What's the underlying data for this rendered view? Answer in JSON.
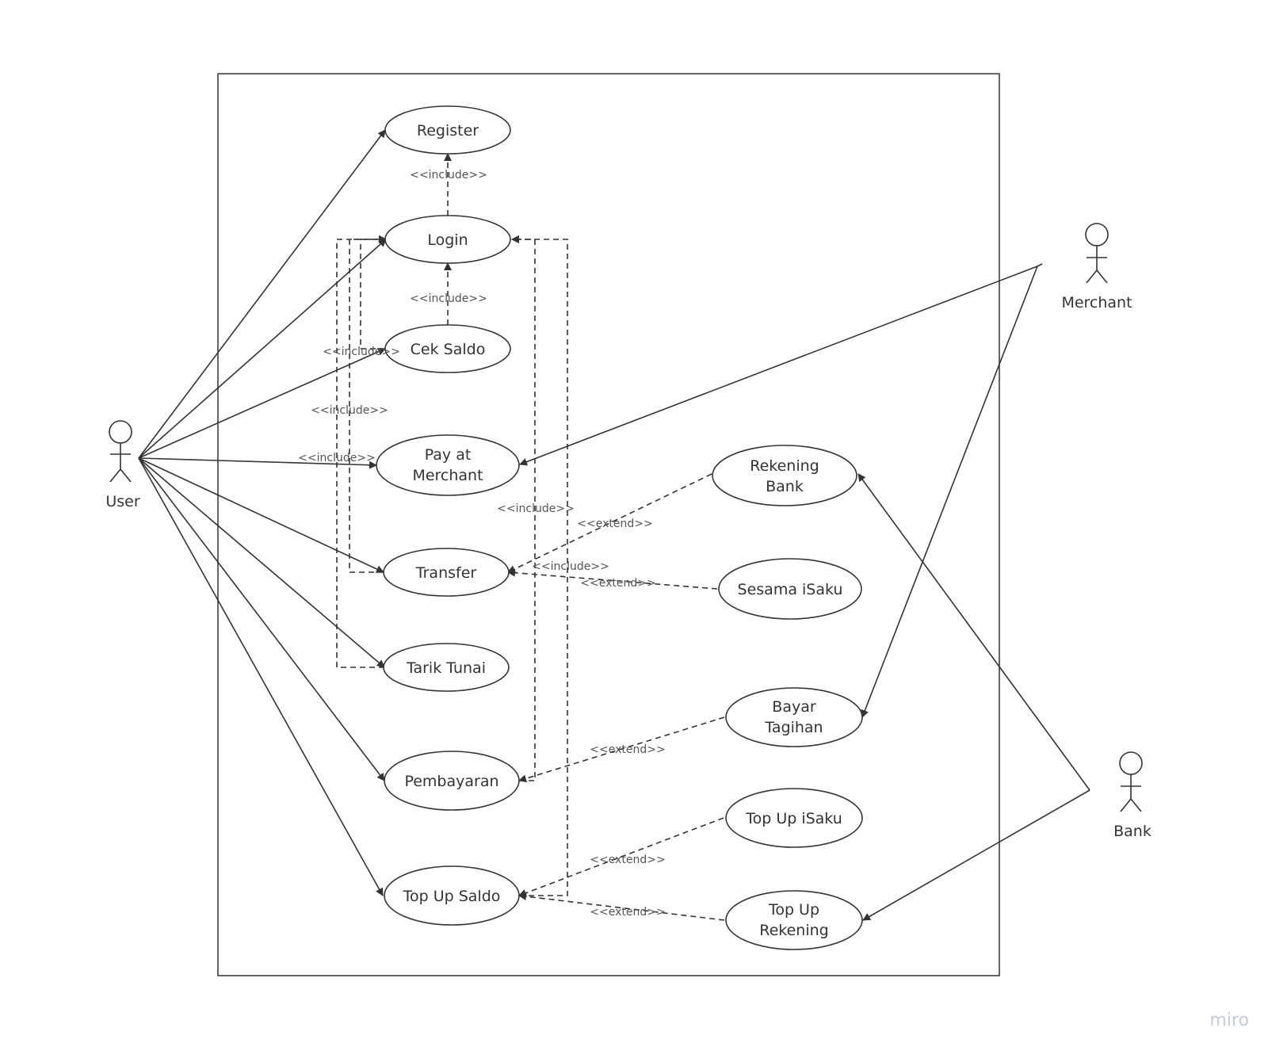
{
  "diagram": {
    "use_cases": {
      "register": [
        "Register"
      ],
      "login": [
        "Login"
      ],
      "cek_saldo": [
        "Cek Saldo"
      ],
      "pay_at_merchant": [
        "Pay at",
        "Merchant"
      ],
      "transfer": [
        "Transfer"
      ],
      "tarik_tunai": [
        "Tarik Tunai"
      ],
      "pembayaran": [
        "Pembayaran"
      ],
      "top_up_saldo": [
        "Top Up Saldo"
      ],
      "rekening_bank": [
        "Rekening",
        "Bank"
      ],
      "sesama_isaku": [
        "Sesama iSaku"
      ],
      "bayar_tagihan": [
        "Bayar",
        "Tagihan"
      ],
      "top_up_isaku": [
        "Top Up iSaku"
      ],
      "top_up_rekening": [
        "Top Up",
        "Rekening"
      ]
    },
    "actors": {
      "user": "User",
      "merchant": "Merchant",
      "bank": "Bank"
    },
    "stereotypes": {
      "include": "<<include>>",
      "extend": "<<extend>>"
    },
    "watermark": "miro",
    "colors": {
      "line": "#333333",
      "boundary": "#333333",
      "label": "#555555",
      "watermark": "#c5cbe0"
    }
  }
}
